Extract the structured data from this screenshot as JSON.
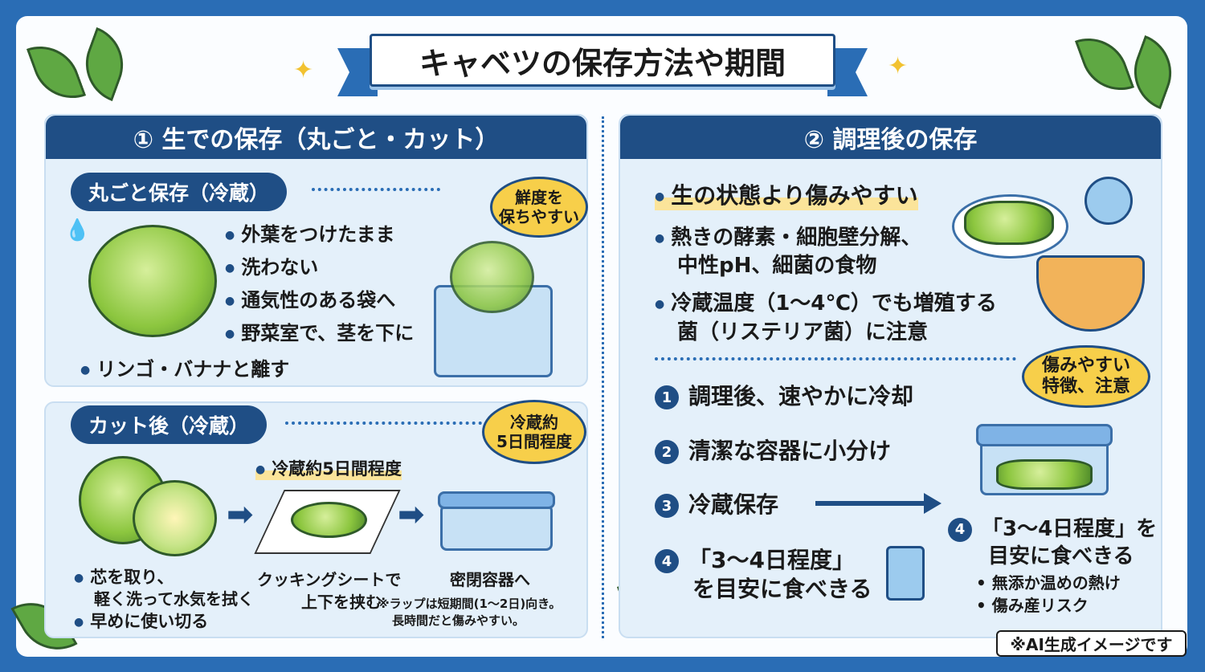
{
  "title": "キャベツの保存方法や期間",
  "left": {
    "header": "① 生での保存（丸ごと・カット）",
    "whole": {
      "pill": "丸ごと保存（冷蔵）",
      "bubble": "鮮度を\n保ちやすい",
      "bullets": [
        "外葉をつけたまま",
        "洗わない",
        "通気性のある袋へ",
        "野菜室で、茎を下に"
      ],
      "extra": "リンゴ・バナナと離す"
    },
    "cut": {
      "pill": "カット後（冷蔵）",
      "bubble": "冷蔵約\n5日間程度",
      "highlight": "冷蔵約5日間程度",
      "step1": [
        "芯を取り、",
        "軽く洗って水気を拭く"
      ],
      "step1b": "早めに使い切る",
      "step2": [
        "クッキングシートで",
        "上下を挟む"
      ],
      "step3": "密閉容器へ",
      "note": [
        "※ラップは短期間(1〜2日)向き。",
        "長時間だと傷みやすい。"
      ]
    }
  },
  "right": {
    "header": "② 調理後の保存",
    "bullets": [
      "生の状態より傷みやすい",
      "熱きの酵素・細胞壁分解、",
      "中性pH、細菌の食物",
      "冷蔵温度（1〜4℃）でも増殖する",
      "菌（リステリア菌）に注意"
    ],
    "steps": [
      {
        "n": "1",
        "text": "調理後、速やかに冷却"
      },
      {
        "n": "2",
        "text": "清潔な容器に小分け"
      },
      {
        "n": "3",
        "text": "冷蔵保存"
      },
      {
        "n": "4",
        "text": "「3〜4日程度」",
        "text2": "を目安に食べきる"
      }
    ],
    "bubble": "傷みやすい\n特徴、注意",
    "step4b": {
      "n": "4",
      "line1": "「3〜4日程度」を",
      "line2": "目安に食べきる",
      "notes": [
        "無添か温めの熱け",
        "傷み産リスク"
      ]
    }
  },
  "badge": "※AI生成イメージです",
  "colors": {
    "navy": "#1f4e85",
    "blue": "#2a6db5",
    "yellow": "#f7cf4a",
    "panel": "#e4f0fa"
  }
}
